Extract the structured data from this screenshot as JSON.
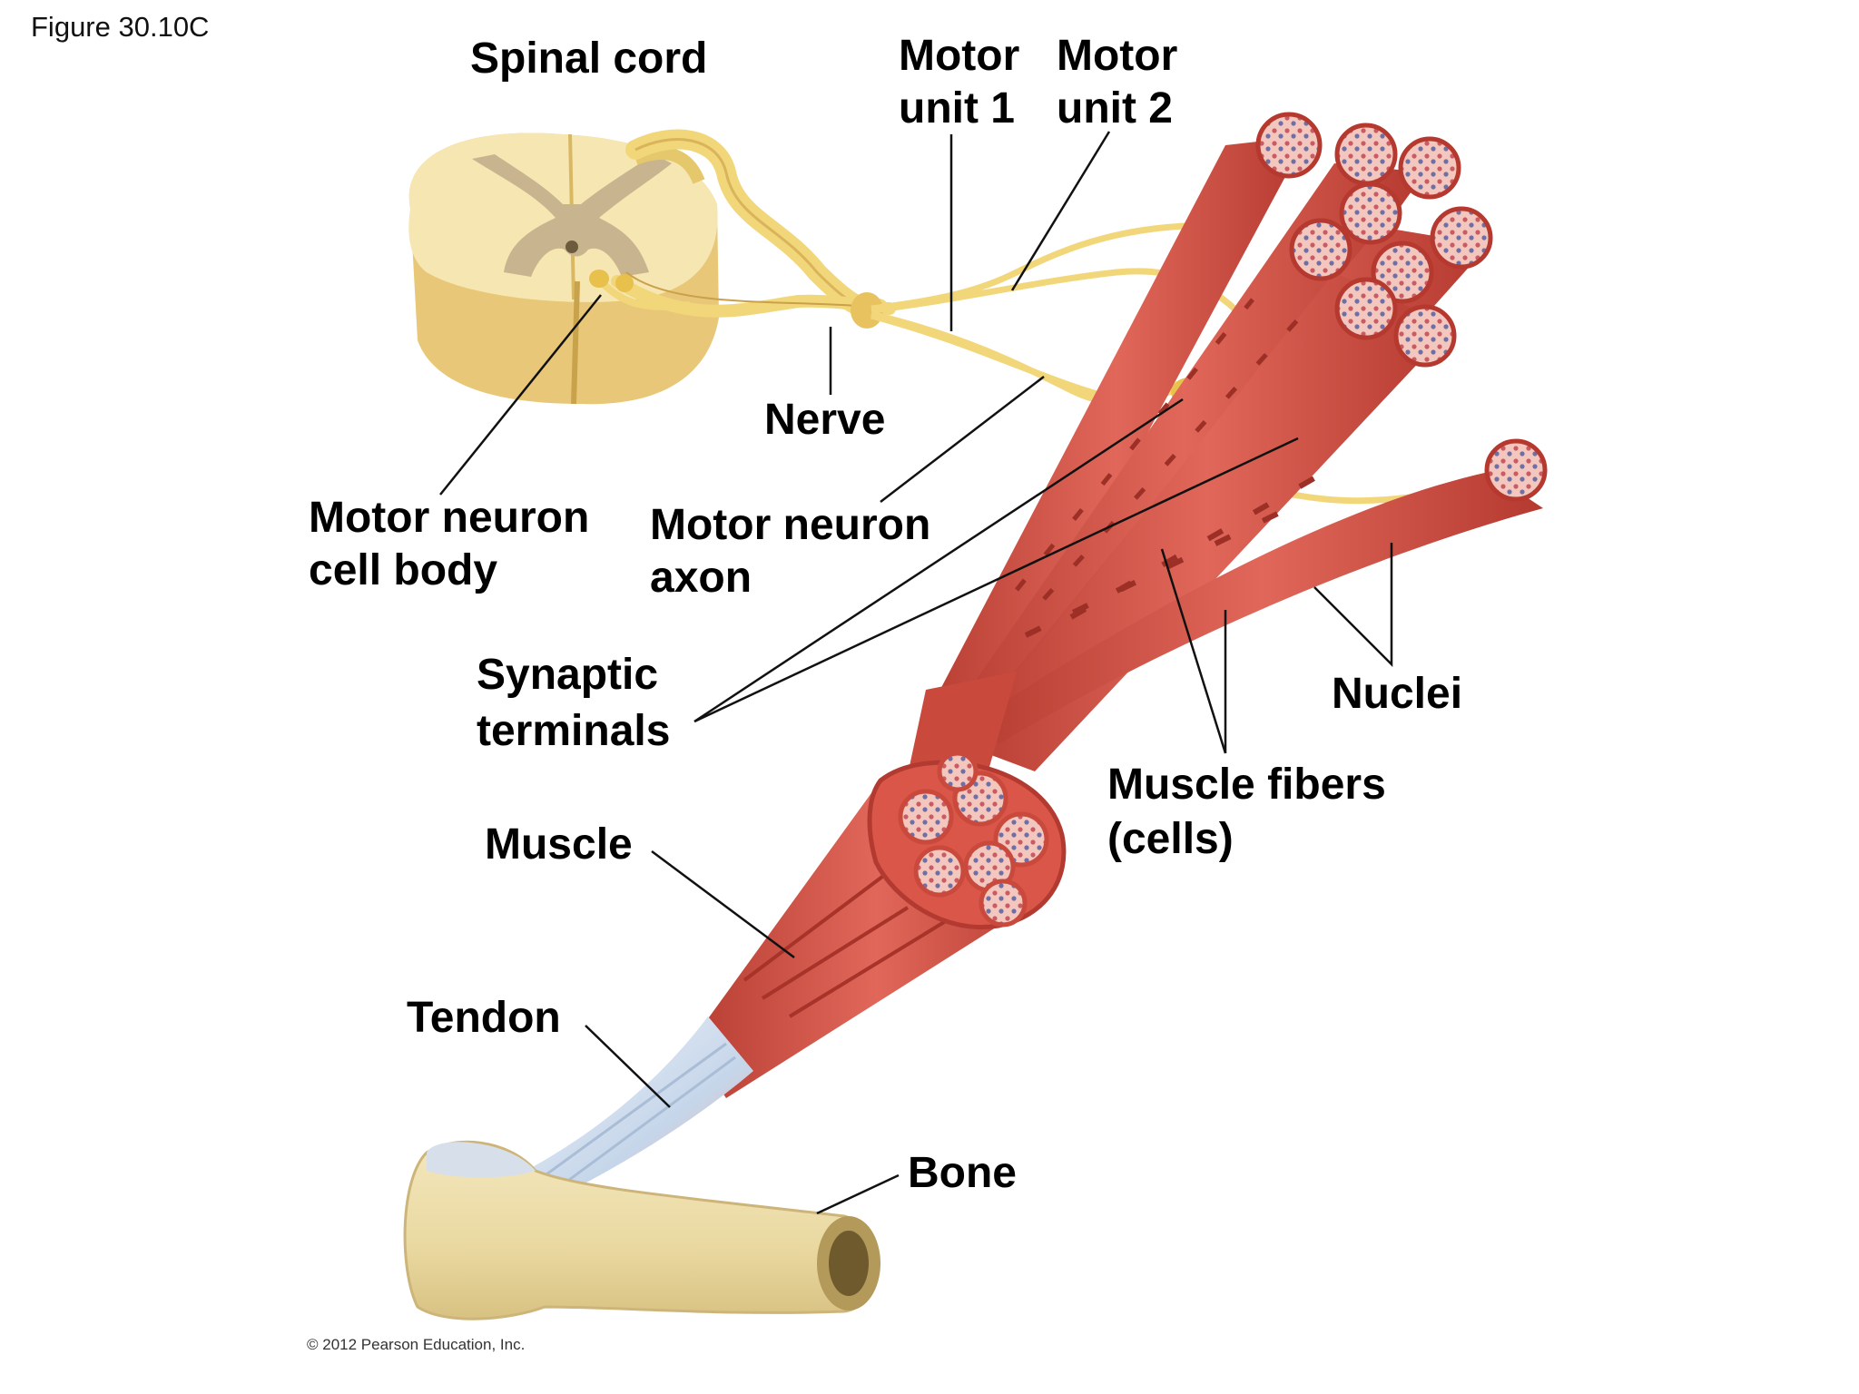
{
  "figure_number": "Figure 30.10C",
  "copyright": "© 2012 Pearson Education, Inc.",
  "labels": {
    "spinal_cord": "Spinal cord",
    "motor_unit_1": [
      "Motor",
      "unit 1"
    ],
    "motor_unit_2": [
      "Motor",
      "unit 2"
    ],
    "nerve": "Nerve",
    "motor_neuron_cell_body": [
      "Motor neuron",
      "cell body"
    ],
    "motor_neuron_axon": [
      "Motor neuron",
      "axon"
    ],
    "synaptic_terminals": [
      "Synaptic",
      "terminals"
    ],
    "nuclei": "Nuclei",
    "muscle_fibers": [
      "Muscle fibers",
      "(cells)"
    ],
    "muscle": "Muscle",
    "tendon": "Tendon",
    "bone": "Bone"
  },
  "colors": {
    "muscle": "#d9584a",
    "muscle_dark": "#b03a30",
    "nerve": "#f2d77a",
    "spinal_white": "#f4dfa0",
    "spinal_grey": "#c8b48e",
    "bone": "#eedfae",
    "tendon": "#cfdbea"
  }
}
